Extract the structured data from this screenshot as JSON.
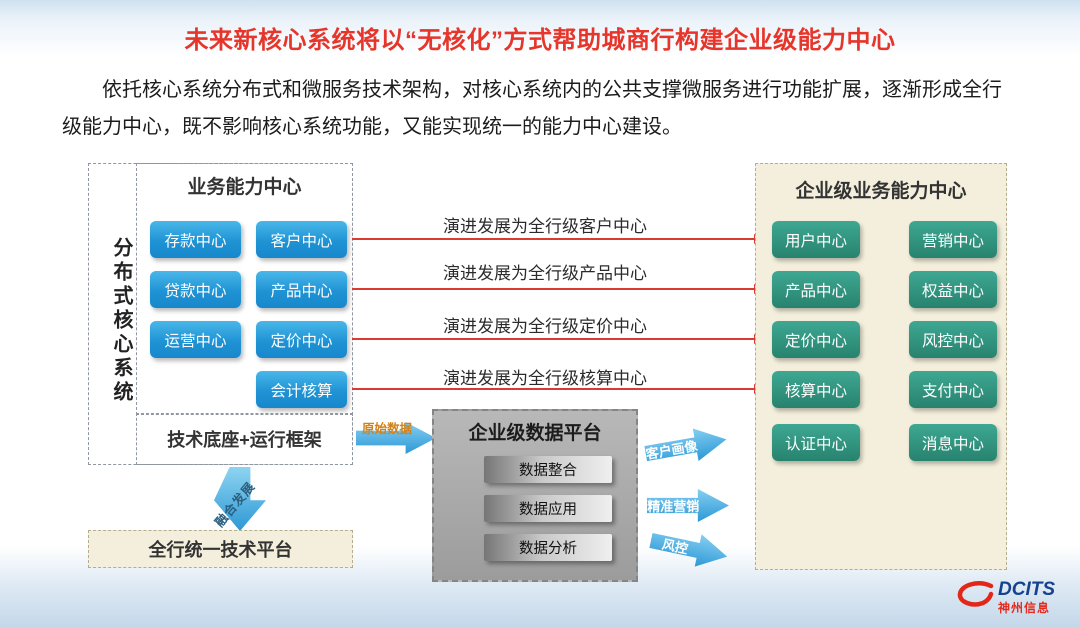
{
  "slide": {
    "title": "未来新核心系统将以“无核化”方式帮助城商行构建企业级能力中心",
    "paragraph": "依托核心系统分布式和微服务技术架构，对核心系统内的公共支撑微服务进行功能扩展，逐渐形成全行级能力中心，既不影响核心系统功能，又能实现统一的能力中心建设。"
  },
  "left_panel": {
    "vertical_label": "分布式核心系统",
    "business_center": {
      "title": "业务能力中心",
      "col1": [
        "存款中心",
        "贷款中心",
        "运营中心"
      ],
      "col2": [
        "客户中心",
        "产品中心",
        "定价中心",
        "会计核算"
      ]
    },
    "tech_base_label": "技术底座+运行框架",
    "merge_arrow_label": "融合发展",
    "unified_platform_label": "全行统一技术平台"
  },
  "evolution_arrows": {
    "labels": [
      "演进发展为全行级客户中心",
      "演进发展为全行级产品中心",
      "演进发展为全行级定价中心",
      "演进发展为全行级核算中心"
    ]
  },
  "data_platform": {
    "input_arrow_label": "原始数据",
    "title": "企业级数据平台",
    "items": [
      "数据整合",
      "数据应用",
      "数据分析"
    ],
    "output_arrow_labels": [
      "客户画像",
      "精准营销",
      "风控"
    ]
  },
  "right_panel": {
    "title": "企业级业务能力中心",
    "col1": [
      "用户中心",
      "产品中心",
      "定价中心",
      "核算中心",
      "认证中心"
    ],
    "col2": [
      "营销中心",
      "权益中心",
      "风控中心",
      "支付中心",
      "消息中心"
    ]
  },
  "logo": {
    "brand": "DCITS",
    "company": "神州信息",
    "icon": "dcits-swoosh-icon"
  },
  "colors": {
    "title_red": "#e6352a",
    "blue_chip": "#2196d6",
    "green_chip": "#2b8e76",
    "arrow_red": "#d93a31",
    "arrow_blue": "#3fa4dc",
    "beige_bg": "#f3efdc",
    "gray_platform": "#a8a8a8"
  }
}
